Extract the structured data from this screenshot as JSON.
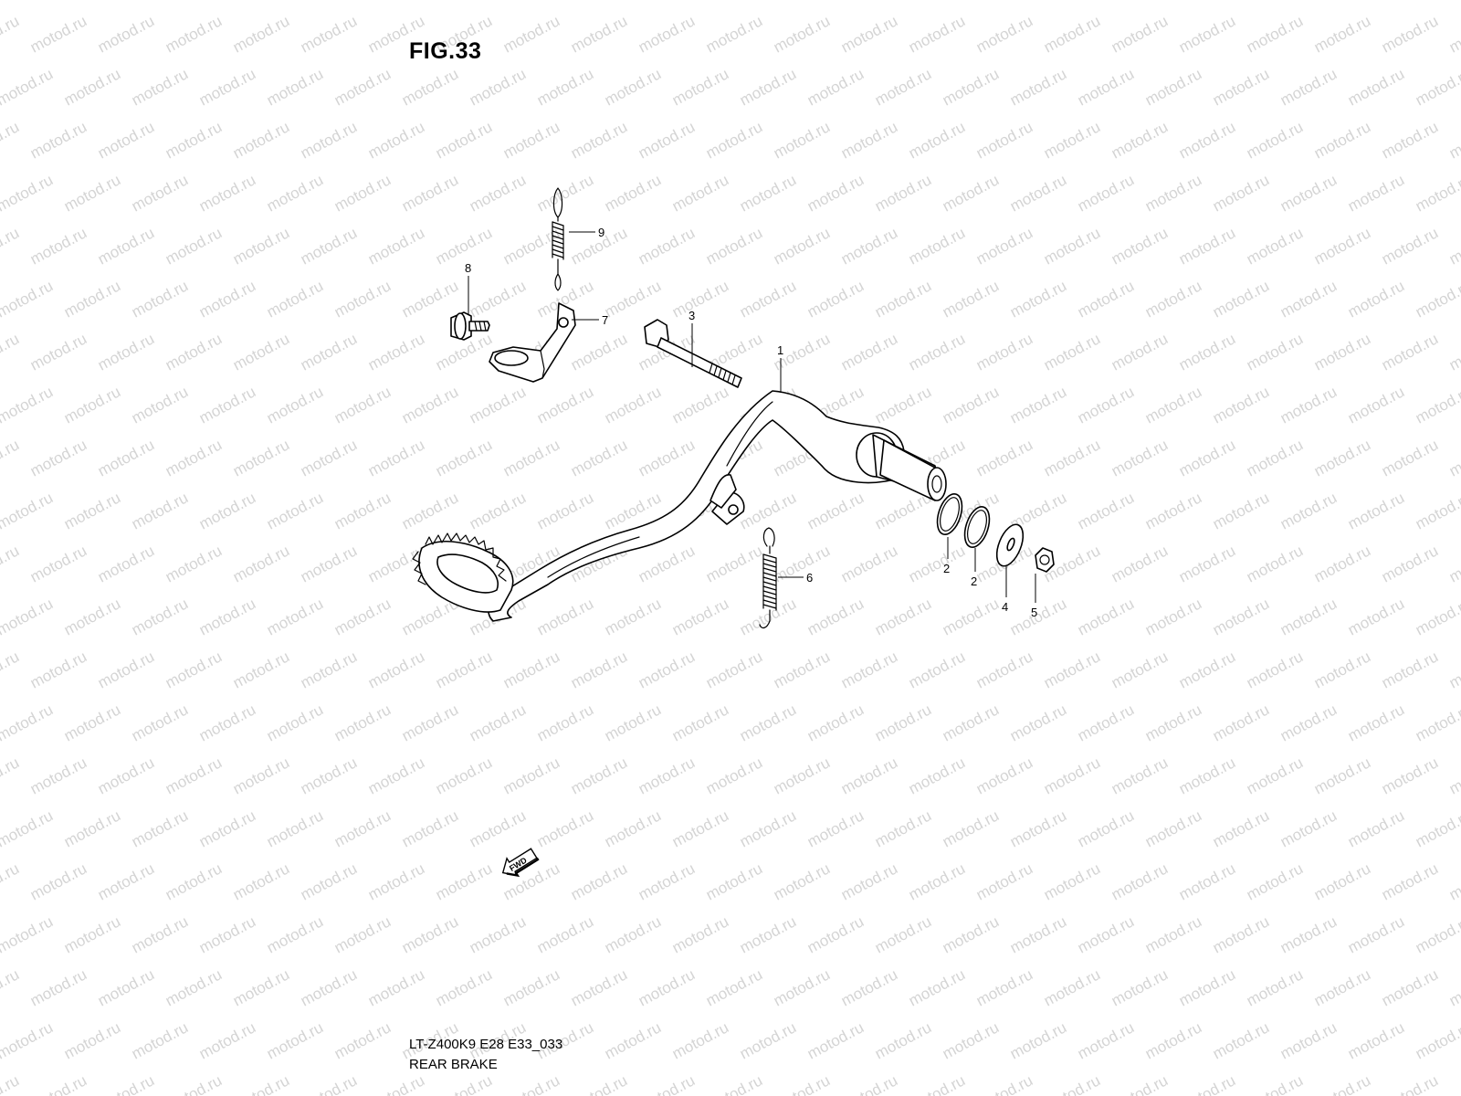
{
  "figure": {
    "title": "FIG.33",
    "model_code": "LT-Z400K9 E28 E33_033",
    "section_name": "REAR BRAKE"
  },
  "watermark_text": "motod.ru",
  "direction_arrow": "FWD",
  "callouts": [
    {
      "id": "1",
      "part": "brake-pedal"
    },
    {
      "id": "2",
      "part": "o-ring-a"
    },
    {
      "id": "2",
      "part": "o-ring-b"
    },
    {
      "id": "3",
      "part": "pivot-bolt"
    },
    {
      "id": "4",
      "part": "washer"
    },
    {
      "id": "5",
      "part": "nut"
    },
    {
      "id": "6",
      "part": "pedal-return-spring"
    },
    {
      "id": "7",
      "part": "spring-bracket"
    },
    {
      "id": "8",
      "part": "bracket-bolt"
    },
    {
      "id": "9",
      "part": "bracket-spring"
    }
  ],
  "colors": {
    "line": "#000000",
    "watermark": "#d4d4d4",
    "background": "#ffffff"
  }
}
